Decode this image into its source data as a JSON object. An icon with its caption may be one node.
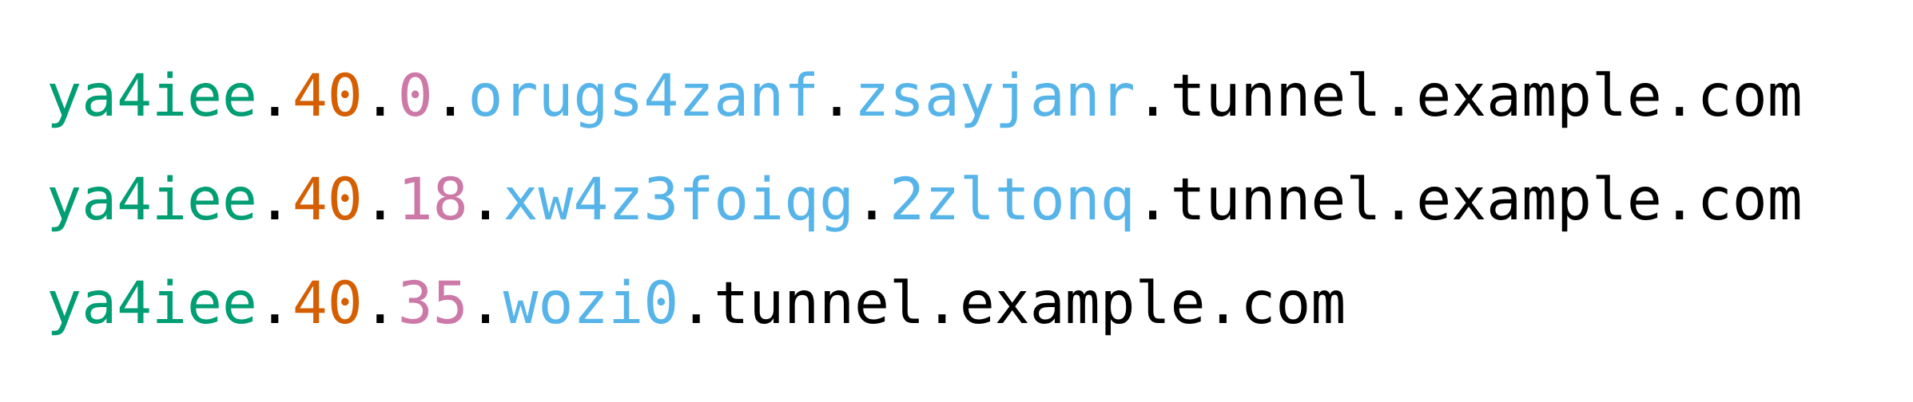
{
  "diagram": {
    "labels": [
      "ya4iee",
      ".",
      "40",
      ".",
      "0",
      ".",
      "orugs4zanf",
      ".",
      "zsayjanr",
      ".tunnel.example.com",
      "ya4iee",
      ".",
      "40",
      ".",
      "18",
      ".",
      "xw4z3foiqg",
      ".",
      "2zltonq",
      ".tunnel.example.com",
      "ya4iee",
      ".",
      "40",
      ".",
      "35",
      ".",
      "wozi0",
      ".tunnel.example.com"
    ]
  }
}
